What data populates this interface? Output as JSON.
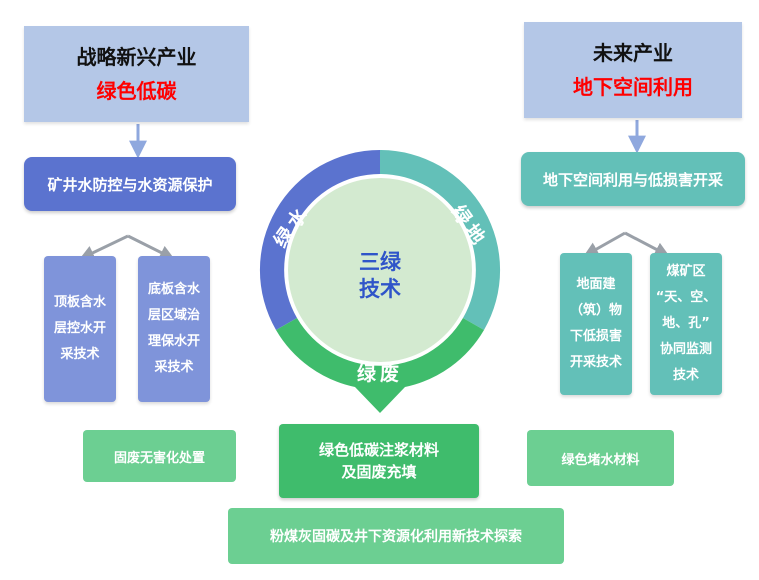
{
  "left_top": {
    "title": "战略新兴产业",
    "subtitle": "绿色低碳"
  },
  "right_top": {
    "title": "未来产业",
    "subtitle": "地下空间利用"
  },
  "left_main": {
    "label": "矿井水防控与水资源保护"
  },
  "left_subs": [
    {
      "lines": [
        "顶板含水",
        "层控水开",
        "采技术"
      ]
    },
    {
      "lines": [
        "底板含水",
        "层区域治",
        "理保水开",
        "采技术"
      ]
    }
  ],
  "right_main": {
    "label": "地下空间利用与低损害开采"
  },
  "right_subs": [
    {
      "lines": [
        "地面建",
        "（筑）物",
        "下低损害",
        "开采技术"
      ]
    },
    {
      "lines": [
        "煤矿区",
        "“天、空、",
        "地、孔”",
        "协同监测",
        "技术"
      ]
    }
  ],
  "ring": {
    "center": [
      "三绿",
      "技术"
    ],
    "water": "绿水",
    "land": "绿地",
    "waste": "绿废",
    "colors": {
      "water": "#5b73cf",
      "land": "#63c0b8",
      "waste": "#3fbc6c",
      "center": "#d3ead0"
    }
  },
  "bottom": {
    "solid_waste": "固废无害化处置",
    "grouting": [
      "绿色低碳注浆材料",
      "及固废充填"
    ],
    "water_block": "绿色堵水材料",
    "fly_ash": "粉煤灰固碳及井下资源化利用新技术探索"
  }
}
